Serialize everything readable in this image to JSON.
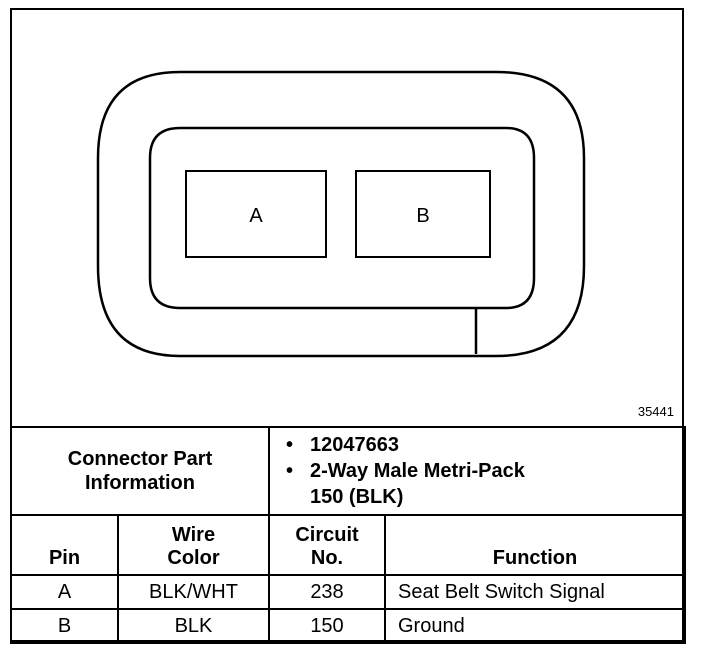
{
  "diagram": {
    "figure_id": "35441",
    "pins": [
      {
        "label": "A"
      },
      {
        "label": "B"
      }
    ]
  },
  "connector_info": {
    "label_line1": "Connector Part",
    "label_line2": "Information",
    "items": [
      {
        "bullet": "•",
        "text": "12047663"
      },
      {
        "bullet": "•",
        "text": "2-Way Male Metri-Pack"
      },
      {
        "bullet": "",
        "text": "150 (BLK)"
      }
    ]
  },
  "table": {
    "headers": {
      "pin": "Pin",
      "wire_color_line1": "Wire",
      "wire_color_line2": "Color",
      "circuit_line1": "Circuit",
      "circuit_line2": "No.",
      "function": "Function"
    },
    "rows": [
      {
        "pin": "A",
        "wire_color": "BLK/WHT",
        "circuit": "238",
        "function": "Seat Belt Switch Signal"
      },
      {
        "pin": "B",
        "wire_color": "BLK",
        "circuit": "150",
        "function": "Ground"
      }
    ]
  }
}
